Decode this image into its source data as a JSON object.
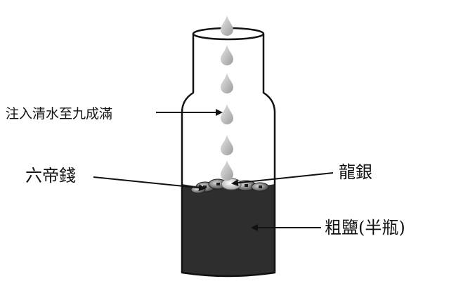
{
  "labels": {
    "water": "注入清水至九成滿",
    "coins": "六帝錢",
    "silver": "龍銀",
    "salt": "粗鹽(半瓶)"
  },
  "colors": {
    "salt": "#2e2e2e",
    "outline": "#111111",
    "drop_dark": "#a8a8a8",
    "drop_light": "#e6e6e6"
  }
}
